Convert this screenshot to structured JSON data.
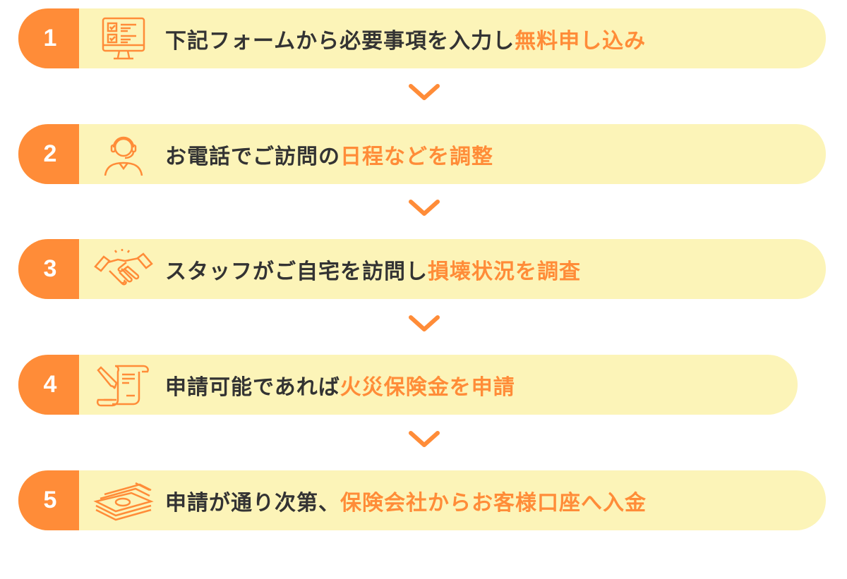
{
  "steps": [
    {
      "number": "1",
      "text": "下記フォームから必要事項を入力し",
      "highlight": "無料申し込み",
      "icon": "computer-checklist-icon"
    },
    {
      "number": "2",
      "text": "お電話でご訪問の",
      "highlight": "日程などを調整",
      "icon": "headset-operator-icon"
    },
    {
      "number": "3",
      "text": "スタッフがご自宅を訪問し",
      "highlight": "損壊状況を調査",
      "icon": "handshake-icon"
    },
    {
      "number": "4",
      "text": "申請可能であれば",
      "highlight": "火災保険金を申請",
      "icon": "document-pen-icon"
    },
    {
      "number": "5",
      "text": "申請が通り次第、",
      "highlight": "保険会社からお客様口座へ入金",
      "icon": "money-stack-icon"
    }
  ],
  "colors": {
    "accent": "#ff8c38",
    "background": "#fcf4b8",
    "text": "#333333"
  }
}
